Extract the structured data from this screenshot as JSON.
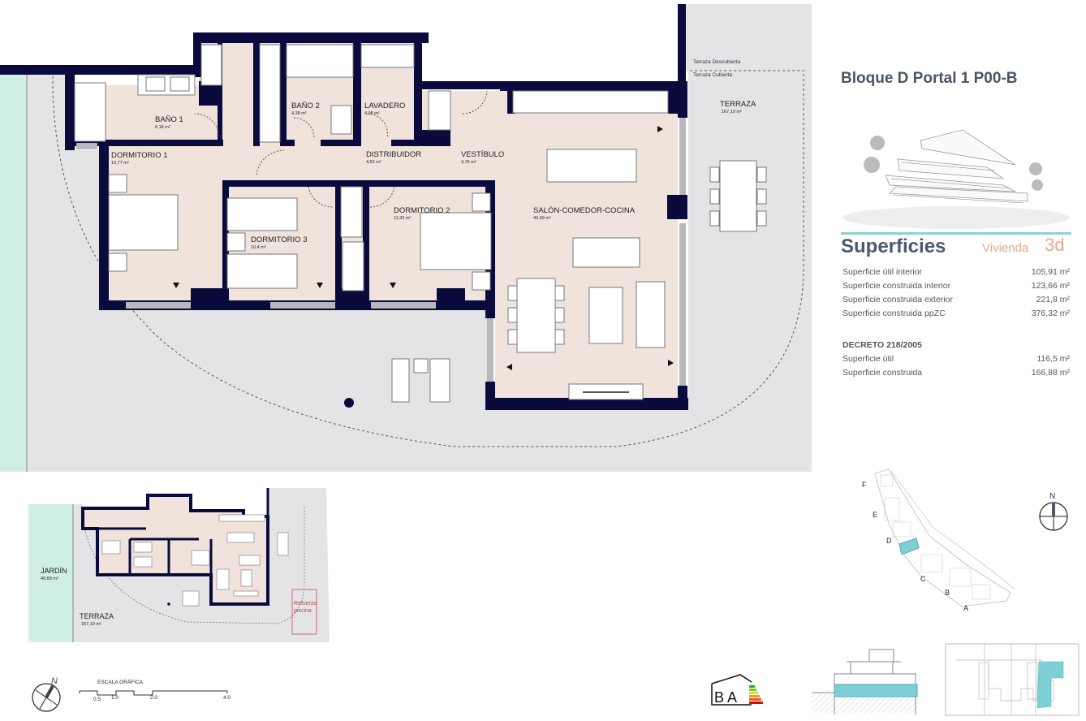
{
  "header": {
    "title": "Bloque D Portal 1 P00-B"
  },
  "superficies": {
    "title": "Superficies",
    "vivienda_label": "Vivienda",
    "vivienda_type": "3d",
    "rows": [
      {
        "label": "Superficie útil interior",
        "value": "105,91 m²"
      },
      {
        "label": "Superficie construida interior",
        "value": "123,66 m²"
      },
      {
        "label": "Superficie construida exterior",
        "value": "221,8 m²"
      },
      {
        "label": "Superficie construida ppZC",
        "value": "376,32 m²"
      }
    ],
    "decreto": {
      "title": "DECRETO 218/2005",
      "rows": [
        {
          "label": "Superficie útil",
          "value": "116,5 m²"
        },
        {
          "label": "Superficie construida",
          "value": "166,88 m²"
        }
      ]
    }
  },
  "plan": {
    "rooms": [
      {
        "name": "BAÑO 1",
        "area": "6,18 m²"
      },
      {
        "name": "BAÑO 2",
        "area": "4,38 m²"
      },
      {
        "name": "LAVADERO",
        "area": "4,08 m²"
      },
      {
        "name": "DORMITORIO 1",
        "area": "19,77 m²"
      },
      {
        "name": "DISTRIBUIDOR",
        "area": "4,52 m²"
      },
      {
        "name": "VESTÍBULO",
        "area": "4,76 m²"
      },
      {
        "name": "DORMITORIO 3",
        "area": "10,4 m²"
      },
      {
        "name": "DORMITORIO 2",
        "area": "11,33 m²"
      },
      {
        "name": "SALÓN-COMEDOR-COCINA",
        "area": "40,49 m²"
      },
      {
        "name": "TERRAZA",
        "area": "167,19 m²"
      }
    ],
    "terraza_descubierta": "Terraza Descubierta",
    "terraza_cubierta": "Terraza Cubierta"
  },
  "mini_plan": {
    "jardin": {
      "name": "JARDÍN",
      "area": "40,89 m²"
    },
    "terraza": {
      "name": "TERRAZA",
      "area": "167,19 m²"
    },
    "refuerzo": [
      "Refuerzo",
      "piscina"
    ]
  },
  "scale": {
    "title": "ESCALA GRÁFICA",
    "ticks": [
      "0.5",
      "1.0",
      "2.0",
      "4.0"
    ],
    "north": "N"
  },
  "site_map": {
    "blocks": [
      "F",
      "E",
      "D",
      "C",
      "B",
      "A"
    ],
    "north": "N"
  },
  "energy": {
    "letters": [
      "B",
      "A"
    ]
  },
  "colors": {
    "wall": "#0a0a3c",
    "floor": "#efe3dc",
    "terrace": "#e4e4e6",
    "garden": "#cfeee5",
    "accent": "#8fcfd3",
    "title": "#4a5563",
    "vivienda": "#e8a98a"
  }
}
